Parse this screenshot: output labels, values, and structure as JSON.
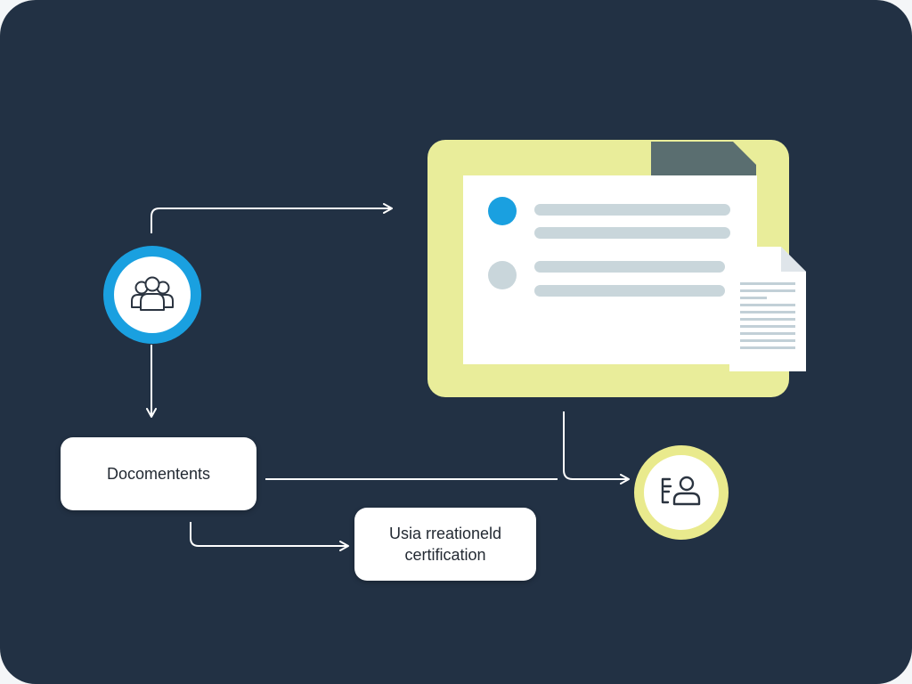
{
  "boxes": {
    "documents": "Docomentents",
    "certification_line1": "Usia rreationeld",
    "certification_line2": "certification"
  },
  "icons": {
    "users": "users-group-icon",
    "profile": "id-card-profile-icon",
    "panel_tab": "folder-tab-icon",
    "document": "document-page-icon"
  },
  "colors": {
    "background": "#223144",
    "accent_blue": "#1aa0e0",
    "accent_yellow": "#e9ed9a",
    "tab_slate": "#5a6e70",
    "placeholder_gray": "#c9d6db"
  }
}
